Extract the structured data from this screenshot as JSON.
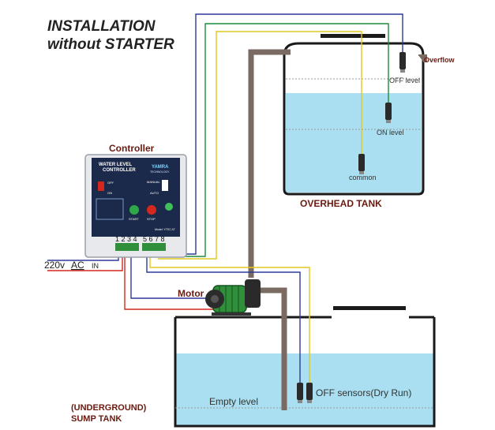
{
  "title": {
    "line1": "INSTALLATION",
    "line2": "without STARTER"
  },
  "controller": {
    "label": "Controller",
    "panel_title_1": "WATER LEVEL",
    "panel_title_2": "CONTROLLER",
    "brand": "YAMRA",
    "brand_sub": "TECHNOLOGY",
    "switch_on": "ON",
    "switch_off": "OFF",
    "mode_auto": "AUTO",
    "mode_manual": "MANUAL",
    "start_label": "START",
    "stop_label": "STOP",
    "model": "Model: YTEC-07",
    "terminals_left": "1 2 3 4",
    "terminals_right": "5 6 7 8"
  },
  "power": {
    "label_prefix": "220v",
    "label_ac": "AC",
    "label_in": "IN"
  },
  "motor": {
    "label": "Motor"
  },
  "overhead_tank": {
    "label": "OVERHEAD TANK",
    "off_level": "OFF level",
    "on_level": "ON level",
    "common": "common",
    "overflow": "Overflow"
  },
  "sump_tank": {
    "label_line1": "(UNDERGROUND)",
    "label_line2": "SUMP TANK",
    "empty_level": "Empty level",
    "off_sensors": "OFF sensors(Dry Run)"
  },
  "colors": {
    "wire_blue": "#2b3a9a",
    "wire_green": "#1f8a3a",
    "wire_yellow": "#e3c81d",
    "wire_red": "#d4281f",
    "pipe": "#7a6a62",
    "water": "#a9dff0",
    "controller_panel": "#1b2a4a"
  }
}
